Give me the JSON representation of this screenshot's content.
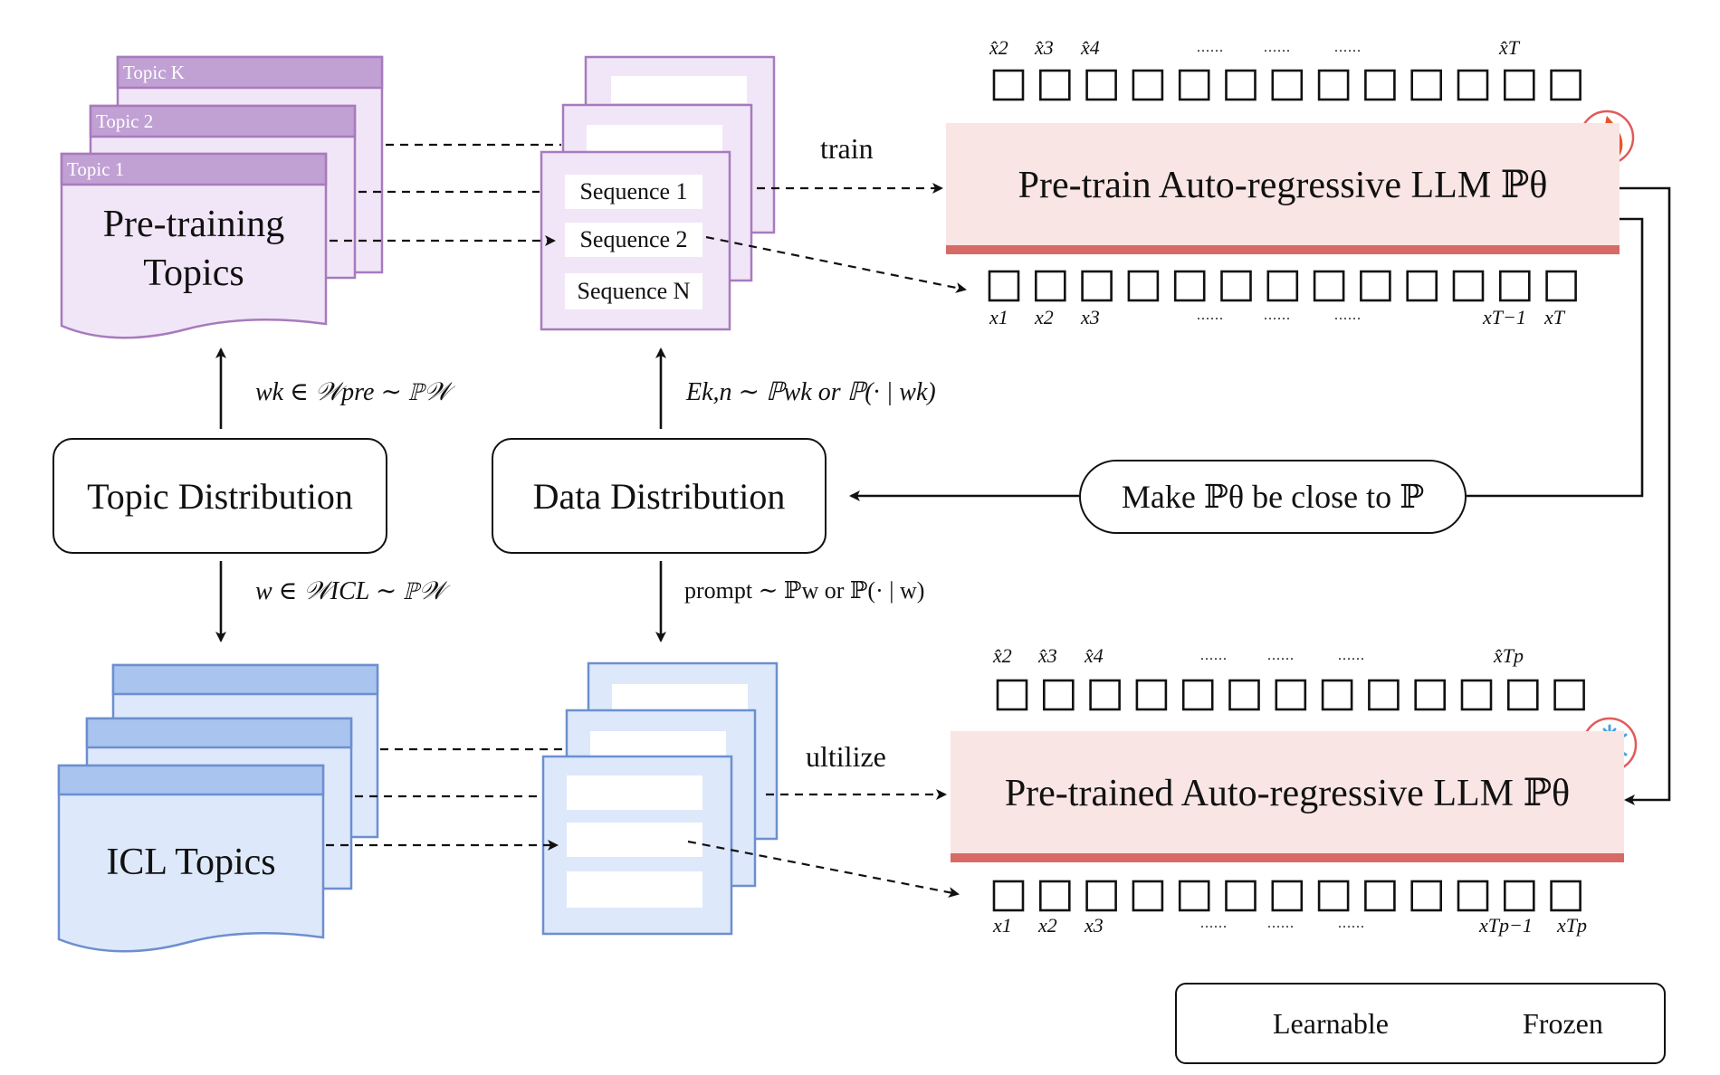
{
  "pretraining": {
    "tabs": [
      "Topic K",
      "Topic 2",
      "Topic 1"
    ],
    "doc_title_line1": "Pre-training",
    "doc_title_line2": "Topics"
  },
  "sequences": [
    "Sequence 1",
    "Sequence 2",
    "Sequence N"
  ],
  "icl": {
    "doc_title": "ICL Topics"
  },
  "boxes": {
    "topic_distribution": "Topic Distribution",
    "data_distribution": "Data Distribution",
    "make_close": "Make ℙθ be close to ℙ"
  },
  "edge_labels": {
    "train": "train",
    "utilize": "ultilize",
    "wk": "wk ∈ 𝒲pre ∼ ℙ𝒲",
    "w_icl": "w ∈ 𝒲ICL ∼ ℙ𝒲",
    "ekn": "Ek,n ∼ ℙwk or ℙ(· | wk)",
    "prompt": "prompt ∼ ℙw or ℙ(· | w)"
  },
  "llm": {
    "top": "Pre-train Auto-regressive LLM ℙθ",
    "bottom": "Pre-trained Auto-regressive LLM ℙθ"
  },
  "tokens_top": {
    "output_labels": [
      "x̂2",
      "x̂3",
      "x̂4",
      "x̂T"
    ],
    "input_labels": [
      "x1",
      "x2",
      "x3",
      "xT−1",
      "xT"
    ],
    "dots": "......",
    "count": 13
  },
  "tokens_bottom": {
    "output_labels": [
      "x̂2",
      "x̂3",
      "x̂4",
      "x̂Tp"
    ],
    "input_labels": [
      "x1",
      "x2",
      "x3",
      "xTp−1",
      "xTp"
    ],
    "dots": "......",
    "count": 13
  },
  "legend": {
    "learnable": "Learnable",
    "frozen": "Frozen",
    "learnable_icon": "fire-icon",
    "frozen_icon": "snowflake-icon"
  },
  "colors": {
    "purple_fill": "#f1e6f7",
    "purple_stroke": "#a77bbd",
    "purple_tab": "#c1a0d4",
    "blue_fill": "#dde8fa",
    "blue_stroke": "#6d8fcf",
    "blue_tab": "#a9c4ef",
    "llm_fill": "#f8e5e4",
    "llm_bar": "#d86a66",
    "fire": "#e8552a",
    "snow": "#4aa3df"
  }
}
